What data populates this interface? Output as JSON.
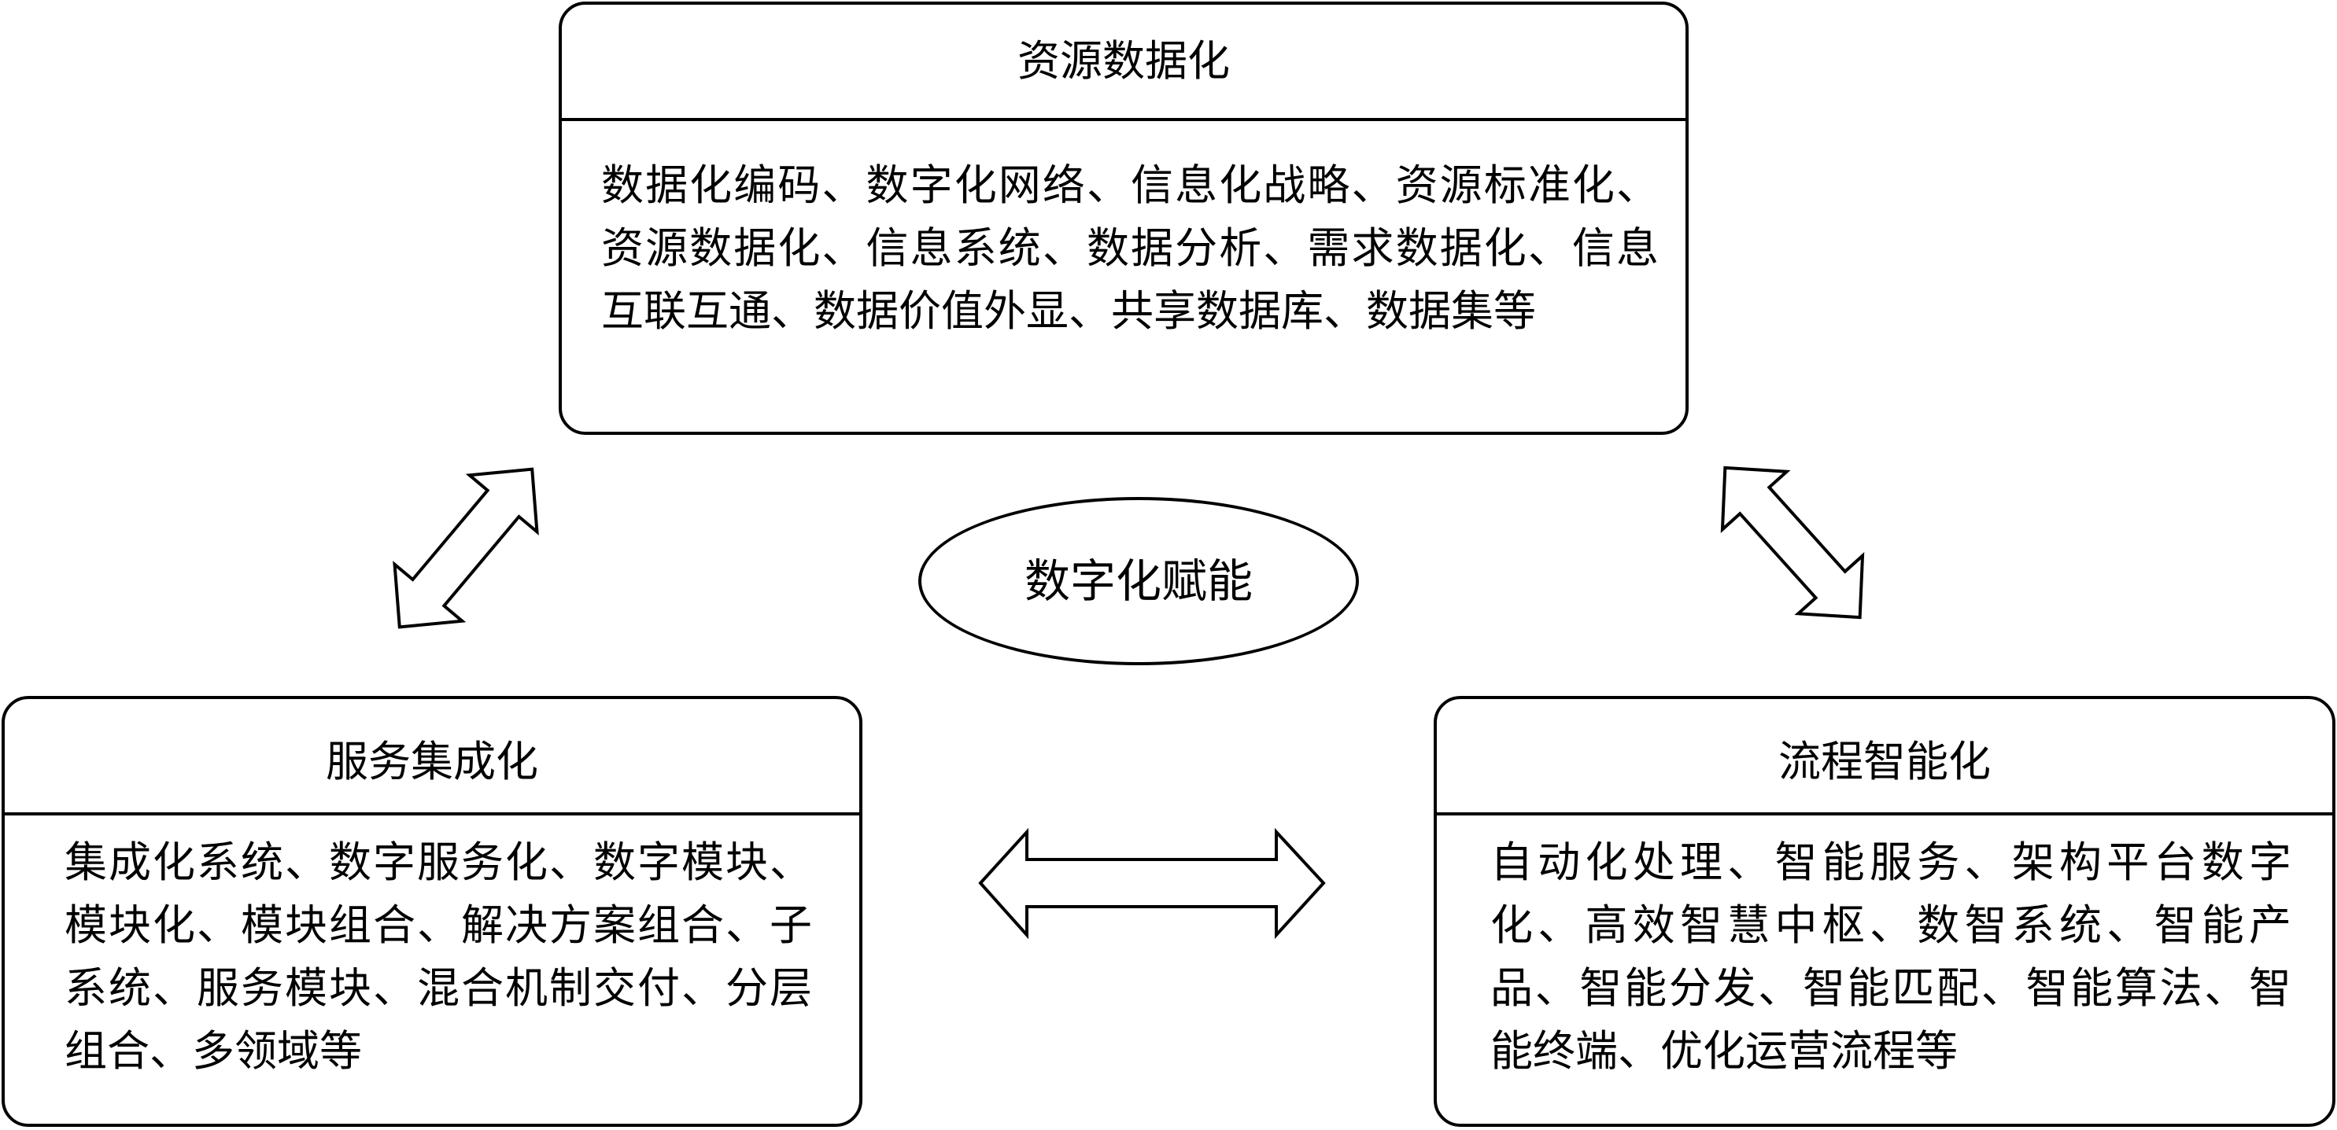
{
  "center": {
    "label": "数字化赋能"
  },
  "top_box": {
    "title": "资源数据化",
    "body": "数据化编码、数字化网络、信息化战略、资源标准化、资源数据化、信息系统、数据分析、需求数据化、信息互联互通、数据价值外显、共享数据库、数据集等"
  },
  "left_box": {
    "title": "服务集成化",
    "body": "集成化系统、数字服务化、数字模块、模块化、模块组合、解决方案组合、子系统、服务模块、混合机制交付、分层组合、多领域等"
  },
  "right_box": {
    "title": "流程智能化",
    "body": "自动化处理、智能服务、架构平台数字化、高效智慧中枢、数智系统、智能产品、智能分发、智能匹配、智能算法、智能终端、优化运营流程等"
  }
}
